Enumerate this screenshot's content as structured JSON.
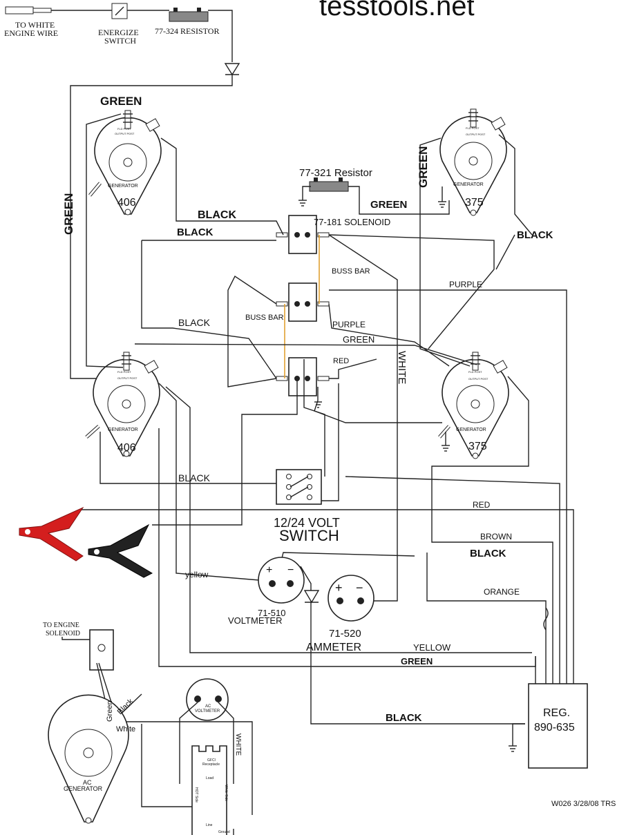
{
  "watermark": "tesstools.net",
  "top": {
    "wire_label_1": "TO WHITE",
    "wire_label_2": "ENGINE WIRE",
    "switch_1": "ENERGIZE",
    "switch_2": "SWITCH",
    "resistor": "77-324 RESISTOR"
  },
  "generators": {
    "post_label": "FLD POST",
    "output_label": "OUTPUT POST",
    "name": "GENERATOR",
    "g1": "406",
    "g2": "375",
    "g3": "406",
    "g4": "375"
  },
  "components": {
    "resistor": "77-321 Resistor",
    "solenoid": "77-181 SOLENOID",
    "buss_bar_1": "BUSS BAR",
    "buss_bar_2": "BUSS BAR",
    "switch_1": "12/24 VOLT",
    "switch_2": "SWITCH",
    "voltmeter_num": "71-510",
    "voltmeter": "VOLTMETER",
    "ammeter_num": "71-520",
    "ammeter": "AMMETER",
    "reg": "REG.",
    "reg_num": "890-635",
    "plus": "+",
    "minus": "−"
  },
  "wires": {
    "green_top": "GREEN",
    "green_left": "GREEN",
    "green_right": "GREEN",
    "green_res": "GREEN",
    "black_1": "BLACK",
    "black_2": "BLACK",
    "black_right": "BLACK",
    "black_mid": "BLACK",
    "purple_1": "PURPLE",
    "purple_2": "PURPLE",
    "green_mid": "GREEN",
    "red_1": "RED",
    "white": "WHITE",
    "black_low": "BLACK",
    "red_2": "RED",
    "brown": "BROWN",
    "black_3": "BLACK",
    "yellow_1": "yellow",
    "orange": "ORANGE",
    "yellow_2": "YELLOW",
    "green_low": "GREEN",
    "black_4": "BLACK"
  },
  "ac": {
    "solenoid_1": "TO ENGINE",
    "solenoid_2": "SOLENOID",
    "green": "Green",
    "black": "Black",
    "white_lbl": "White",
    "white_wire": "WHITE",
    "voltmeter_1": "AC",
    "voltmeter_2": "VOLTMETER",
    "generator_1": "AC",
    "generator_2": "GENERATOR",
    "receptacle_1": "GFCI",
    "receptacle_2": "Receptacle",
    "load": "Load",
    "line": "Line",
    "hot": "HOT Side",
    "white_side": "White Side",
    "ground": "Ground"
  },
  "footer": "W026 3/28/08 TRS"
}
